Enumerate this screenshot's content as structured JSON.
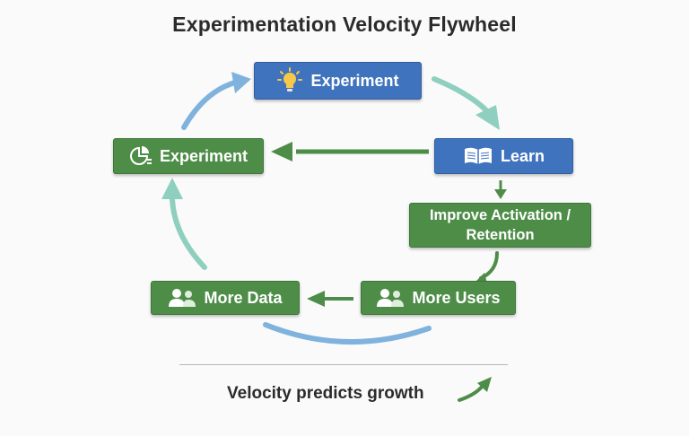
{
  "title": "Experimentation Velocity Flywheel",
  "nodes": {
    "top_experiment": {
      "label": "Experiment",
      "icon": "lightbulb-icon"
    },
    "left_experiment": {
      "label": "Experiment",
      "icon": "pie-chart-icon"
    },
    "learn": {
      "label": "Learn",
      "icon": "book-icon"
    },
    "improve": {
      "label_line1": "Improve Activation /",
      "label_line2": "Retention"
    },
    "more_users": {
      "label": "More Users",
      "icon": "users-icon"
    },
    "more_data": {
      "label": "More Data",
      "icon": "users-icon"
    }
  },
  "footer": {
    "text": "Velocity predicts growth"
  },
  "colors": {
    "blue": "#3f73bd",
    "green": "#4e8d48",
    "teal_arrow": "#8fcfbf",
    "blue_arrow": "#7fb2dc",
    "green_arrow": "#4e8d48"
  }
}
